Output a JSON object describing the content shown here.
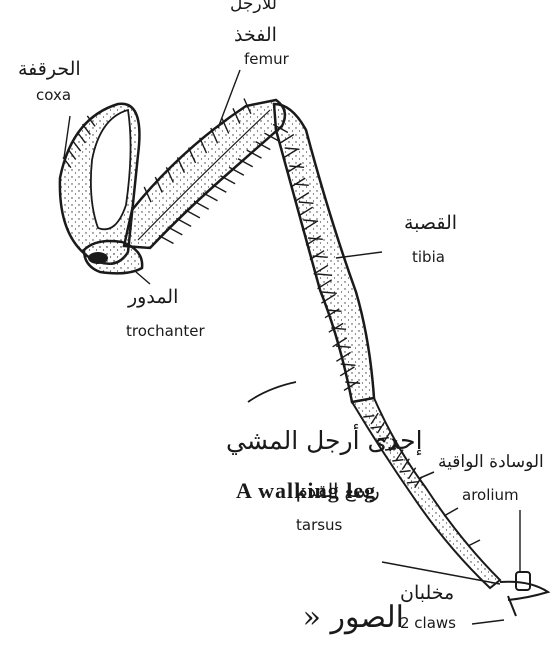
{
  "header_fragment": "للأرجل",
  "caption": {
    "arabic": "إحدى أرجل المشي",
    "english": "A walking leg"
  },
  "figure_fragment": "الصور «",
  "parts": [
    {
      "key": "femur",
      "arabic": "الفخذ",
      "english": "femur"
    },
    {
      "key": "coxa",
      "arabic": "الحرقفة",
      "english": "coxa"
    },
    {
      "key": "tibia",
      "arabic": "القصبة",
      "english": "tibia"
    },
    {
      "key": "trochanter",
      "arabic": "المدور",
      "english": "trochanter"
    },
    {
      "key": "arolium",
      "arabic": "الوسادة الواقية",
      "english": "arolium"
    },
    {
      "key": "tarsus",
      "arabic": "رسغ القدم",
      "english": "tarsus"
    },
    {
      "key": "claws",
      "arabic": "مخلبان",
      "english": "2 claws"
    }
  ],
  "colors": {
    "ink": "#1a1a1a",
    "paper": "#ffffff"
  }
}
